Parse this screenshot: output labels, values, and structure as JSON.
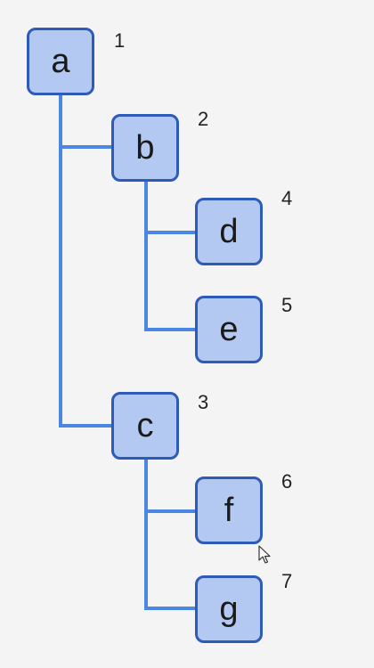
{
  "nodes": {
    "a": {
      "label": "a",
      "index": "1"
    },
    "b": {
      "label": "b",
      "index": "2"
    },
    "c": {
      "label": "c",
      "index": "3"
    },
    "d": {
      "label": "d",
      "index": "4"
    },
    "e": {
      "label": "e",
      "index": "5"
    },
    "f": {
      "label": "f",
      "index": "6"
    },
    "g": {
      "label": "g",
      "index": "7"
    }
  },
  "edges": [
    [
      "a",
      "b"
    ],
    [
      "a",
      "c"
    ],
    [
      "b",
      "d"
    ],
    [
      "b",
      "e"
    ],
    [
      "c",
      "f"
    ],
    [
      "c",
      "g"
    ]
  ],
  "colors": {
    "node_fill": "#b3c9f2",
    "node_border": "#2f5bb8",
    "edge": "#4a86e4"
  },
  "icons": {
    "cursor": "mouse-pointer-icon"
  }
}
